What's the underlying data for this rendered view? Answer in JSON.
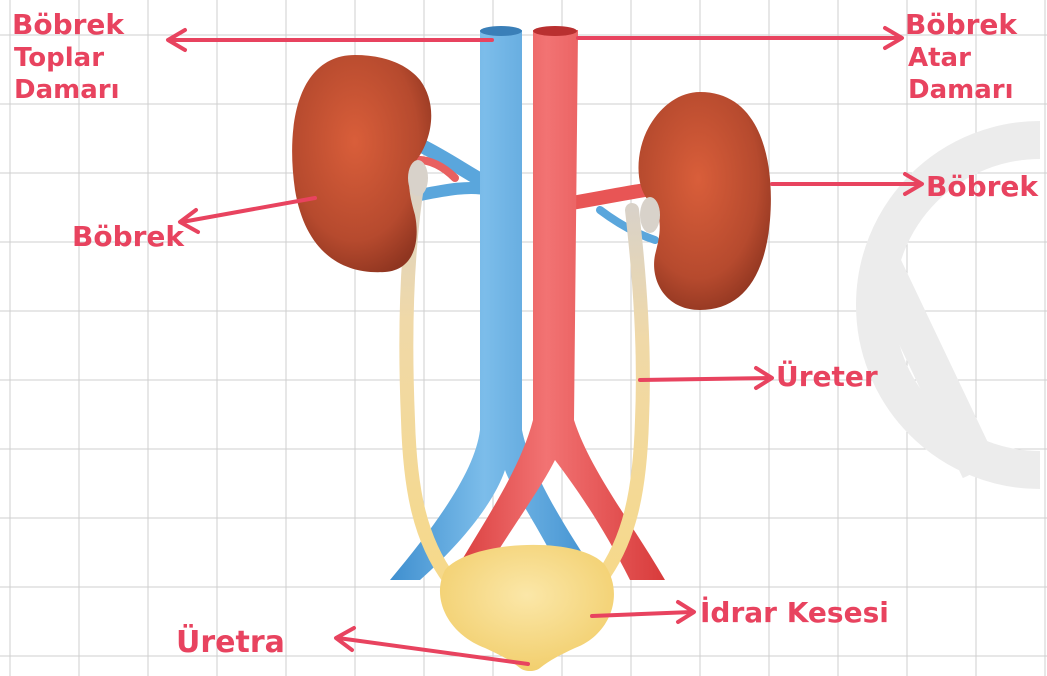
{
  "colors": {
    "grid_line": "#c9c9c9",
    "annotation": "#e8435f",
    "vein": "#5aa6dc",
    "artery": "#e85555",
    "kidney": "#b54a30",
    "ureter": "#f2d88e",
    "bladder": "#f7dc8a"
  },
  "labels": {
    "renal_vein_line1": "Böbrek",
    "renal_vein_line2": "Toplar",
    "renal_vein_line3": "Damarı",
    "renal_artery_line1": "Böbrek",
    "renal_artery_line2": "Atar",
    "renal_artery_line3": "Damarı",
    "kidney_left": "Böbrek",
    "kidney_right": "Böbrek",
    "ureter": "Üreter",
    "bladder": "İdrar Kesesi",
    "urethra": "Üretra"
  }
}
